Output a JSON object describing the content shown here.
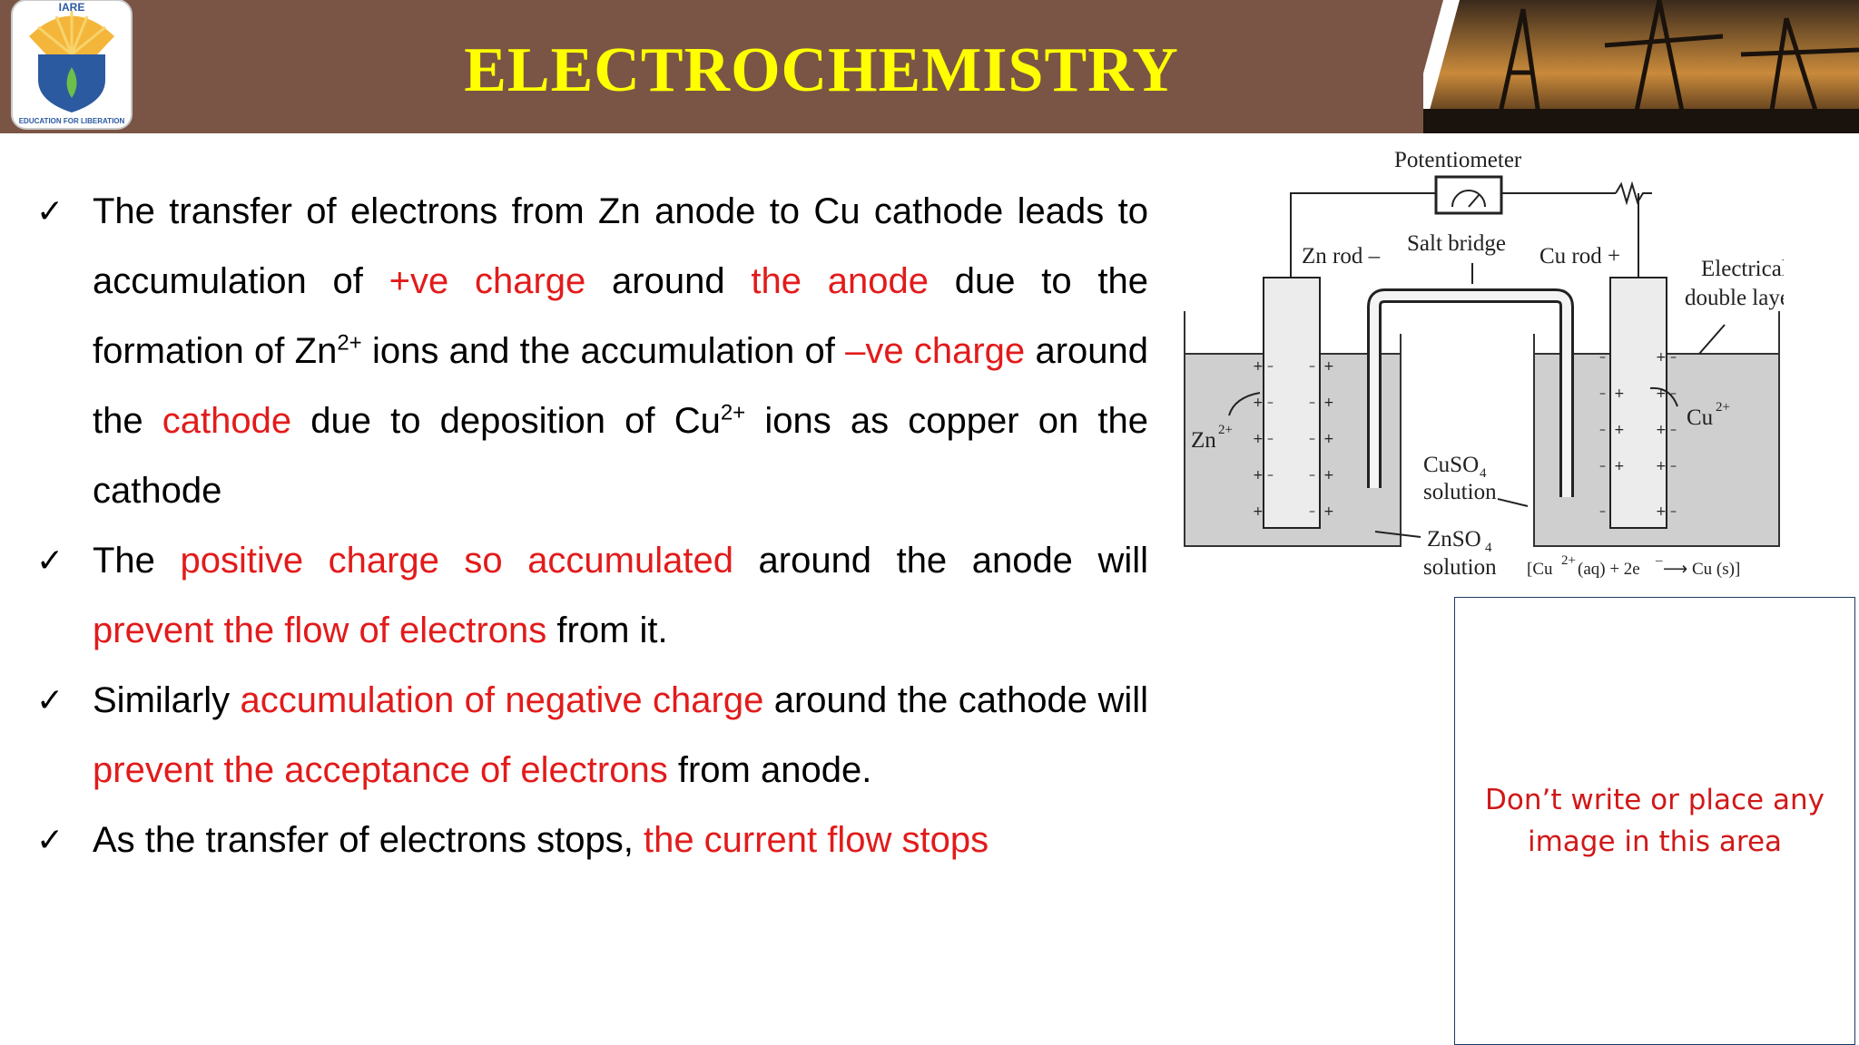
{
  "header": {
    "title": "ELECTROCHEMISTRY",
    "logo": {
      "arc_text": "IARE",
      "motto": "EDUCATION FOR LIBERATION"
    }
  },
  "bullets": [
    {
      "segments": [
        {
          "text": "The transfer of electrons from Zn anode to Cu cathode leads to accumulation of ",
          "style": "normal"
        },
        {
          "text": "+ve charge",
          "style": "red"
        },
        {
          "text": " around ",
          "style": "normal"
        },
        {
          "text": "the anode",
          "style": "red"
        },
        {
          "text": " due to the formation of Zn",
          "style": "normal"
        },
        {
          "text": "2+",
          "style": "sup"
        },
        {
          "text": " ions and the accumulation of ",
          "style": "normal"
        },
        {
          "text": "–ve charge",
          "style": "red"
        },
        {
          "text": " around the ",
          "style": "normal"
        },
        {
          "text": "cathode",
          "style": "red"
        },
        {
          "text": " due to deposition of Cu",
          "style": "normal"
        },
        {
          "text": "2+",
          "style": "sup"
        },
        {
          "text": " ions as copper on the cathode",
          "style": "normal"
        }
      ]
    },
    {
      "segments": [
        {
          "text": "The ",
          "style": "normal"
        },
        {
          "text": "positive charge so accumulated",
          "style": "red"
        },
        {
          "text": " around the anode will ",
          "style": "normal"
        },
        {
          "text": "prevent the flow of electrons",
          "style": "red"
        },
        {
          "text": " from it.",
          "style": "normal"
        }
      ]
    },
    {
      "segments": [
        {
          "text": "Similarly ",
          "style": "normal"
        },
        {
          "text": "accumulation of negative charge",
          "style": "red"
        },
        {
          "text": " around the cathode will ",
          "style": "normal"
        },
        {
          "text": "prevent the acceptance of electrons",
          "style": "red"
        },
        {
          "text": " from anode.",
          "style": "normal"
        }
      ]
    },
    {
      "segments": [
        {
          "text": "As the transfer of electrons stops, ",
          "style": "normal"
        },
        {
          "text": "the current flow stops",
          "style": "red"
        }
      ]
    }
  ],
  "diagram": {
    "potentiometer": "Potentiometer",
    "zn_rod": "Zn rod –",
    "salt_bridge": "Salt bridge",
    "cu_rod": "Cu rod +",
    "electrical_double_layer_1": "Electrical",
    "electrical_double_layer_2": "double layer",
    "zn_ion": "Zn",
    "zn_ion_charge": "2+",
    "cu_ion": "Cu",
    "cu_ion_charge": "2+",
    "cuso4_1": "CuSO",
    "cuso4_sub": "4",
    "cuso4_2": "solution",
    "znso4_1": "ZnSO",
    "znso4_sub": "4",
    "znso4_2": "solution",
    "reaction_prefix": "[Cu",
    "reaction_charge": "2+",
    "reaction_rest": "(aq) + 2e",
    "reaction_e": "–",
    "reaction_end": " ⟶ Cu (s)]"
  },
  "notice": {
    "line1": "Don’t write or place any",
    "line2": "image in this area"
  },
  "colors": {
    "header_bg": "#7a5545",
    "title": "#ffff00",
    "highlight": "#e21b1b",
    "notice_text": "#d01818"
  }
}
